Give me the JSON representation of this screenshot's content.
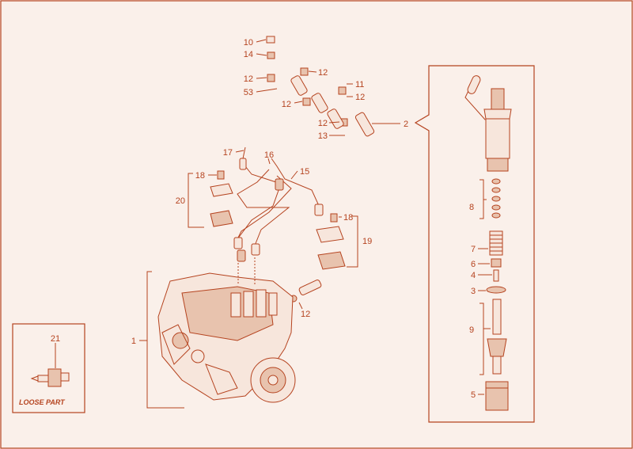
{
  "labels": {
    "l1": "1",
    "l2": "2",
    "l3": "3",
    "l4": "4",
    "l5": "5",
    "l6": "6",
    "l7": "7",
    "l8": "8",
    "l9": "9",
    "l10": "10",
    "l11": "11",
    "l12a": "12",
    "l12b": "12",
    "l12c": "12",
    "l12d": "12",
    "l12e": "12",
    "l12f": "12",
    "l13": "13",
    "l14": "14",
    "l15": "15",
    "l16": "16",
    "l17": "17",
    "l18a": "18",
    "l18b": "18",
    "l19": "19",
    "l20": "20",
    "l21": "21",
    "l53": "53"
  },
  "loose_part": {
    "label": "LOOSE PART"
  },
  "colors": {
    "ink": "#b5431f",
    "background": "#faf0ea"
  }
}
